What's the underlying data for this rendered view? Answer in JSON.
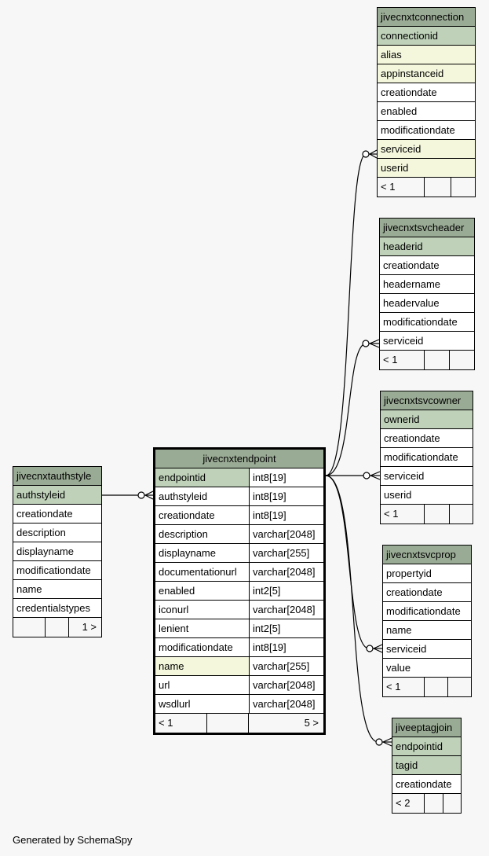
{
  "tables": {
    "jivecnxtconnection": {
      "name": "jivecnxtconnection",
      "rows": [
        {
          "col": "connectionid",
          "kind": "pk"
        },
        {
          "col": "alias",
          "kind": "fk"
        },
        {
          "col": "appinstanceid",
          "kind": "fk"
        },
        {
          "col": "creationdate",
          "kind": "plain"
        },
        {
          "col": "enabled",
          "kind": "plain"
        },
        {
          "col": "modificationdate",
          "kind": "plain"
        },
        {
          "col": "serviceid",
          "kind": "fk"
        },
        {
          "col": "userid",
          "kind": "fk"
        }
      ],
      "footer": [
        "< 1",
        "",
        ""
      ]
    },
    "jivecnxtsvcheader": {
      "name": "jivecnxtsvcheader",
      "rows": [
        {
          "col": "headerid",
          "kind": "pk"
        },
        {
          "col": "creationdate",
          "kind": "plain"
        },
        {
          "col": "headername",
          "kind": "plain"
        },
        {
          "col": "headervalue",
          "kind": "plain"
        },
        {
          "col": "modificationdate",
          "kind": "plain"
        },
        {
          "col": "serviceid",
          "kind": "plain"
        }
      ],
      "footer": [
        "< 1",
        "",
        ""
      ]
    },
    "jivecnxtsvcowner": {
      "name": "jivecnxtsvcowner",
      "rows": [
        {
          "col": "ownerid",
          "kind": "pk"
        },
        {
          "col": "creationdate",
          "kind": "plain"
        },
        {
          "col": "modificationdate",
          "kind": "plain"
        },
        {
          "col": "serviceid",
          "kind": "plain"
        },
        {
          "col": "userid",
          "kind": "plain"
        }
      ],
      "footer": [
        "< 1",
        "",
        ""
      ]
    },
    "jivecnxtsvcprop": {
      "name": "jivecnxtsvcprop",
      "rows": [
        {
          "col": "propertyid",
          "kind": "plain"
        },
        {
          "col": "creationdate",
          "kind": "plain"
        },
        {
          "col": "modificationdate",
          "kind": "plain"
        },
        {
          "col": "name",
          "kind": "plain"
        },
        {
          "col": "serviceid",
          "kind": "plain"
        },
        {
          "col": "value",
          "kind": "plain"
        }
      ],
      "footer": [
        "< 1",
        "",
        ""
      ]
    },
    "jiveeptagjoin": {
      "name": "jiveeptagjoin",
      "rows": [
        {
          "col": "endpointid",
          "kind": "pk"
        },
        {
          "col": "tagid",
          "kind": "pk"
        },
        {
          "col": "creationdate",
          "kind": "plain"
        }
      ],
      "footer": [
        "< 2",
        "",
        ""
      ]
    },
    "jivecnxtauthstyle": {
      "name": "jivecnxtauthstyle",
      "rows": [
        {
          "col": "authstyleid",
          "kind": "pk"
        },
        {
          "col": "creationdate",
          "kind": "plain"
        },
        {
          "col": "description",
          "kind": "plain"
        },
        {
          "col": "displayname",
          "kind": "plain"
        },
        {
          "col": "modificationdate",
          "kind": "plain"
        },
        {
          "col": "name",
          "kind": "plain"
        },
        {
          "col": "credentialstypes",
          "kind": "plain"
        }
      ],
      "footer": [
        "",
        "",
        "1 >"
      ]
    },
    "jivecnxtendpoint": {
      "name": "jivecnxtendpoint",
      "rows": [
        {
          "col": "endpointid",
          "type": "int8[19]",
          "kind": "pk"
        },
        {
          "col": "authstyleid",
          "type": "int8[19]",
          "kind": "plain"
        },
        {
          "col": "creationdate",
          "type": "int8[19]",
          "kind": "plain"
        },
        {
          "col": "description",
          "type": "varchar[2048]",
          "kind": "plain"
        },
        {
          "col": "displayname",
          "type": "varchar[255]",
          "kind": "plain"
        },
        {
          "col": "documentationurl",
          "type": "varchar[2048]",
          "kind": "plain"
        },
        {
          "col": "enabled",
          "type": "int2[5]",
          "kind": "plain"
        },
        {
          "col": "iconurl",
          "type": "varchar[2048]",
          "kind": "plain"
        },
        {
          "col": "lenient",
          "type": "int2[5]",
          "kind": "plain"
        },
        {
          "col": "modificationdate",
          "type": "int8[19]",
          "kind": "plain"
        },
        {
          "col": "name",
          "type": "varchar[255]",
          "kind": "fk"
        },
        {
          "col": "url",
          "type": "varchar[2048]",
          "kind": "plain"
        },
        {
          "col": "wsdlurl",
          "type": "varchar[2048]",
          "kind": "plain"
        }
      ],
      "footer": [
        "< 1",
        "",
        "5 >"
      ]
    }
  },
  "credit": "Generated by SchemaSpy",
  "colors": {
    "header": "#9aab95",
    "primary_key": "#bfd1b9",
    "foreign_key": "#f4f7dc",
    "plain": "#ffffff",
    "background": "#f7f7f7"
  }
}
